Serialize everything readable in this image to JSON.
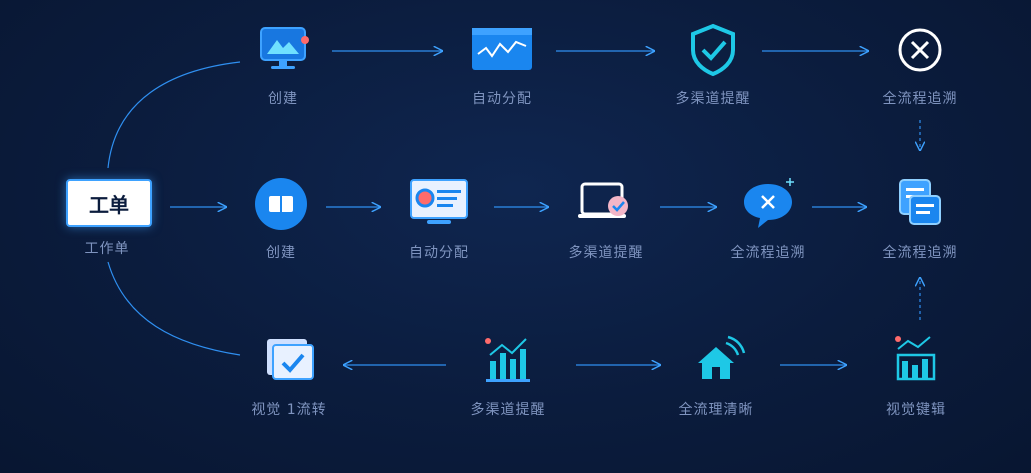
{
  "start": {
    "card_text": "工单",
    "label": "工作单"
  },
  "row1": [
    {
      "id": "r1-1",
      "label": "创建",
      "icon": "monitor-icon"
    },
    {
      "id": "r1-2",
      "label": "自动分配",
      "icon": "chart-screen-icon"
    },
    {
      "id": "r1-3",
      "label": "多渠道提醒",
      "icon": "shield-check-icon"
    },
    {
      "id": "r1-4",
      "label": "全流程追溯",
      "icon": "close-circle-icon"
    }
  ],
  "row2": [
    {
      "id": "r2-1",
      "label": "创建",
      "icon": "card-circle-icon"
    },
    {
      "id": "r2-2",
      "label": "自动分配",
      "icon": "dashboard-monitor-icon"
    },
    {
      "id": "r2-3",
      "label": "多渠道提醒",
      "icon": "screen-check-icon"
    },
    {
      "id": "r2-4",
      "label": "全流程追溯",
      "icon": "chat-bubble-x-icon"
    },
    {
      "id": "r2-5",
      "label": "全流程追溯",
      "icon": "document-stack-icon"
    }
  ],
  "row3": [
    {
      "id": "r3-1",
      "label": "视觉 1流转",
      "icon": "folder-check-icon"
    },
    {
      "id": "r3-2",
      "label": "多渠道提醒",
      "icon": "bar-chart-icon"
    },
    {
      "id": "r3-3",
      "label": "全流理清晰",
      "icon": "wifi-home-icon"
    },
    {
      "id": "r3-4",
      "label": "视觉键辑",
      "icon": "data-bars-icon"
    }
  ],
  "colors": {
    "accent": "#3ea2ff",
    "accent2": "#1ec8e6",
    "bg": "#0b1c3d",
    "text": "#7f94bf"
  }
}
